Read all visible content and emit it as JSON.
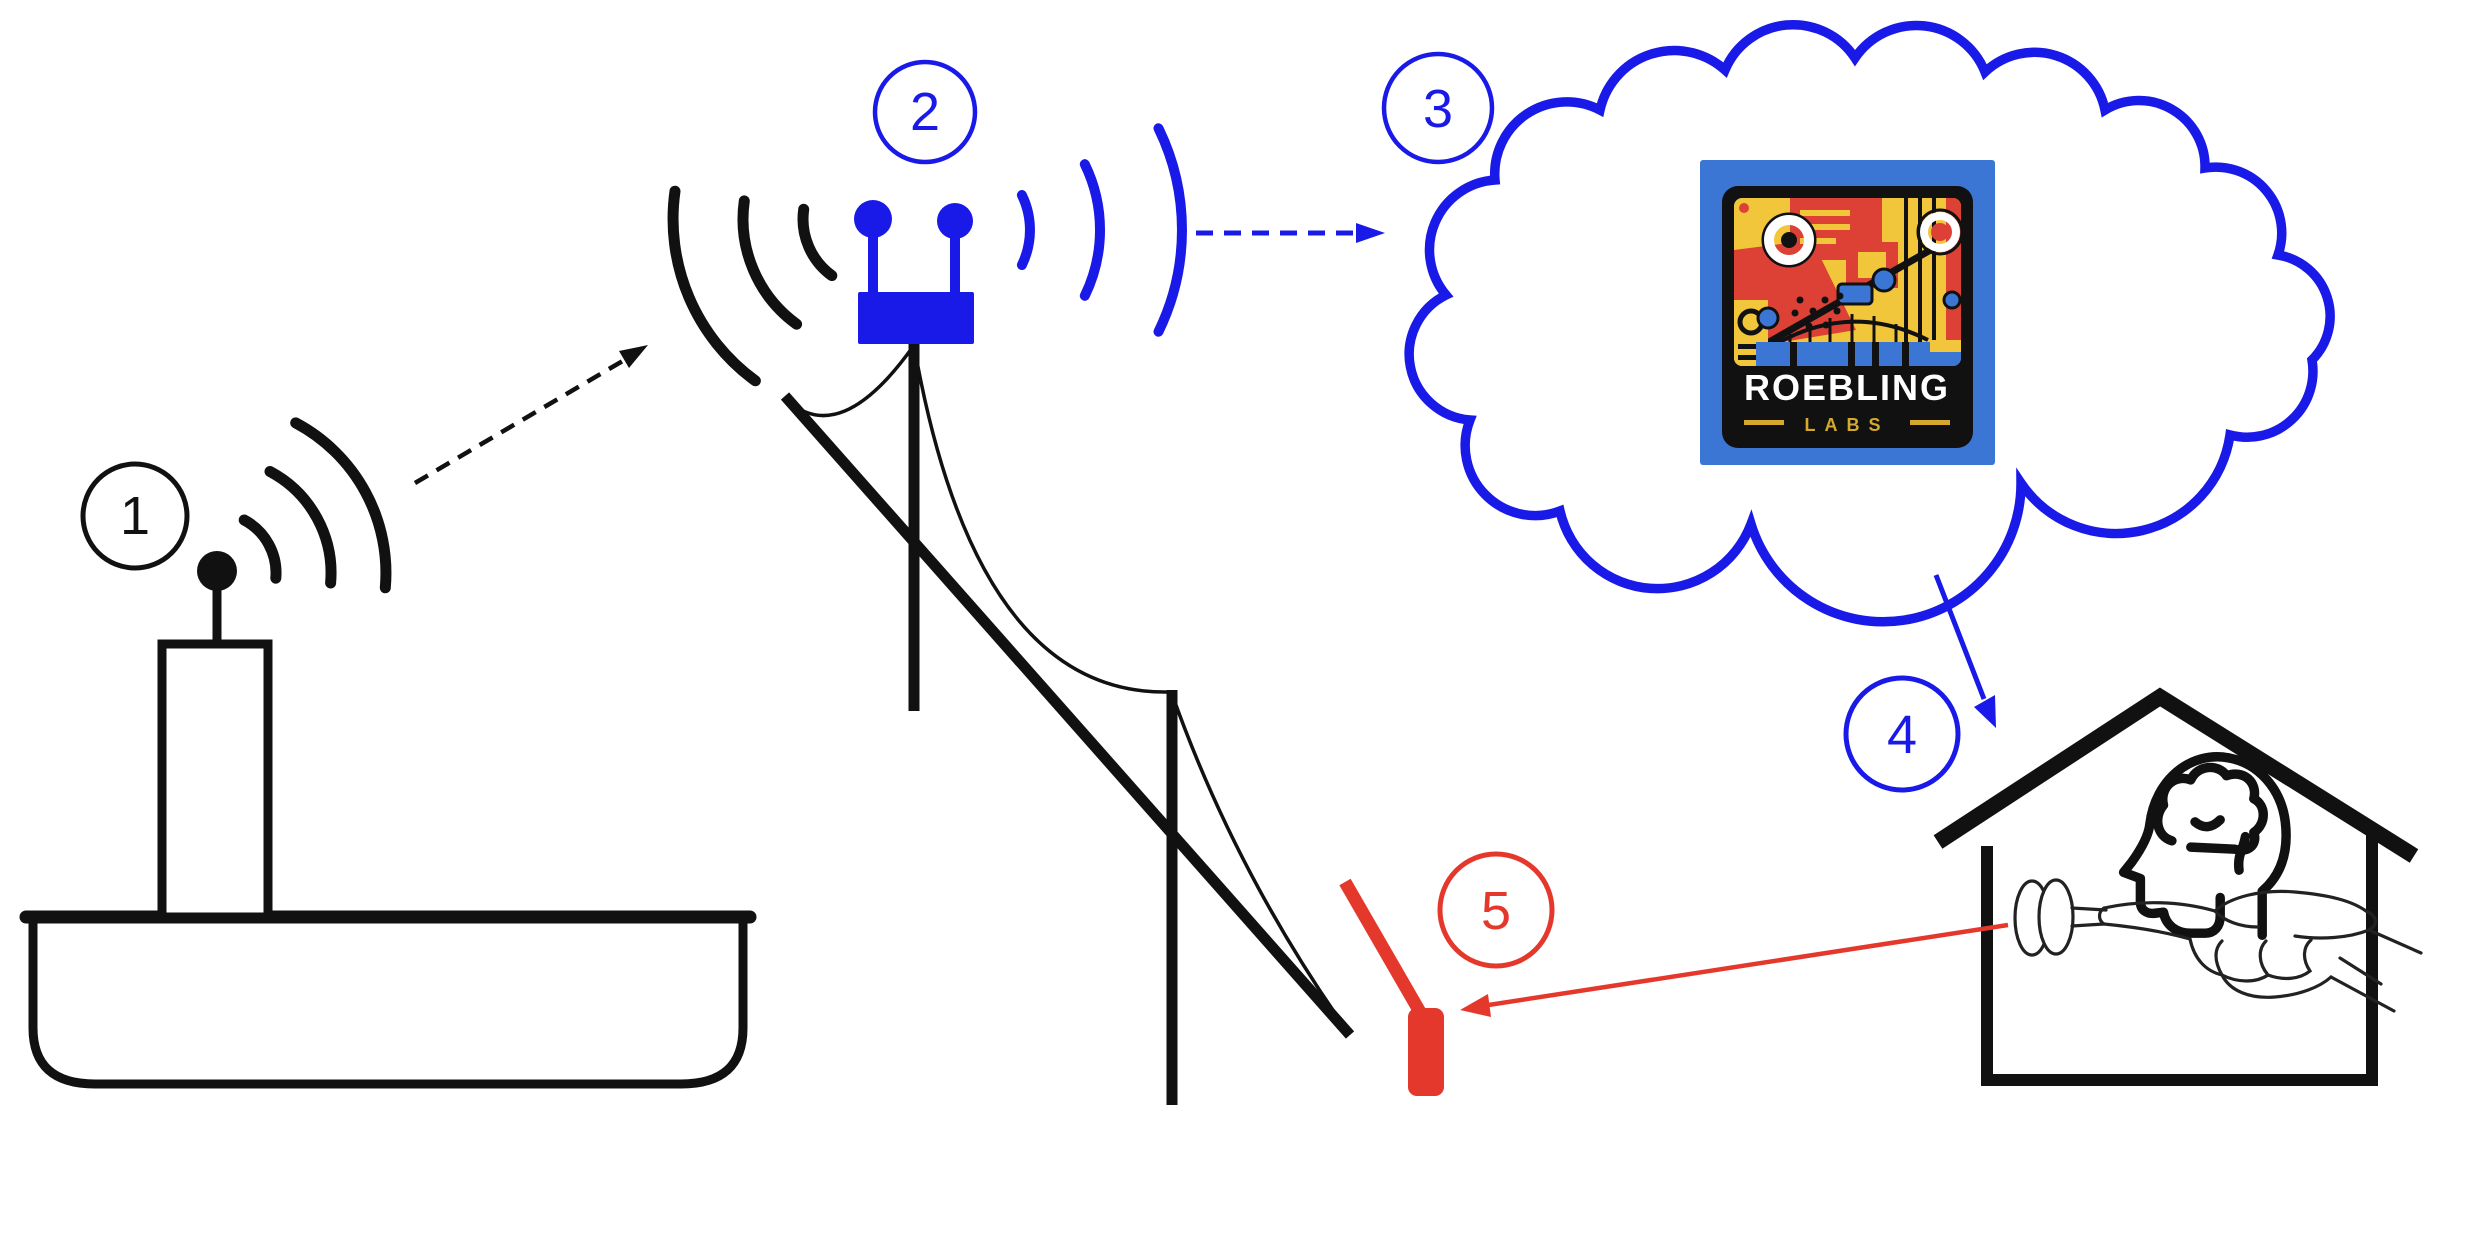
{
  "diagram": {
    "steps": [
      {
        "number": "1",
        "name": "boat-radio-transmitter",
        "color": "#111111"
      },
      {
        "number": "2",
        "name": "pole-mounted-gateway-router",
        "color": "#1a1ae8"
      },
      {
        "number": "3",
        "name": "roebling-labs-cloud",
        "color": "#1a1ae8"
      },
      {
        "number": "4",
        "name": "house-human-operator",
        "color": "#1a1ae8"
      },
      {
        "number": "5",
        "name": "cable-actuator-device",
        "color": "#e5382c"
      }
    ],
    "logo": {
      "title": "ROEBLING",
      "subtitle": "LABS"
    },
    "colors": {
      "diagram_blue": "#1a1ae8",
      "diagram_red": "#e5382c",
      "diagram_black": "#111111",
      "logo_background_blue": "#3b76d4",
      "logo_yellow": "#f2c63b",
      "logo_red": "#dd4136",
      "logo_gold": "#d4a92c"
    }
  }
}
